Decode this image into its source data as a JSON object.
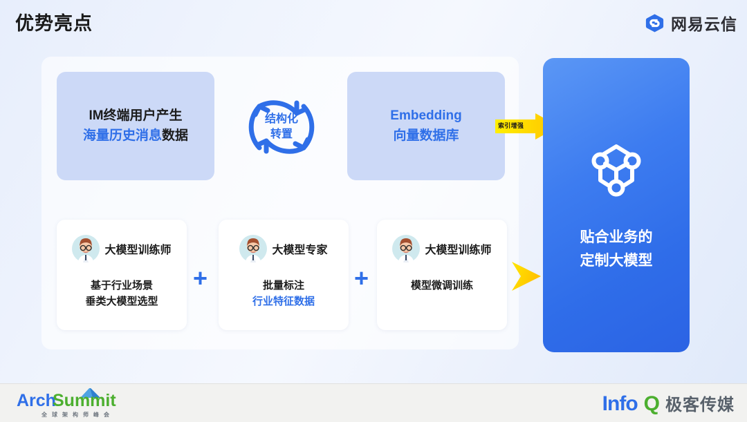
{
  "header": {
    "title": "优势亮点",
    "brand_name": "网易云信",
    "brand_icon": "netease-yunxin-logo-icon"
  },
  "pipeline": {
    "source_card": {
      "line1": "IM终端用户产生",
      "line2_highlight": "海量历史消息",
      "line2_rest": "数据"
    },
    "transform": {
      "icon": "circular-arrows-icon",
      "line1": "结构化",
      "line2": "转置"
    },
    "embedding_card": {
      "line1": "Embedding",
      "line2": "向量数据库"
    },
    "index_arrow": {
      "label": "索引增强",
      "icon": "yellow-arrow-icon"
    }
  },
  "experts": {
    "cards": [
      {
        "avatar": "trainer-avatar-icon",
        "role": "大模型训练师",
        "desc_lines": [
          {
            "text": "基于行业场景",
            "highlight": false
          },
          {
            "text": "垂类大模型选型",
            "highlight": false
          }
        ]
      },
      {
        "avatar": "expert-avatar-icon",
        "role": "大模型专家",
        "desc_lines": [
          {
            "text": "批量标注",
            "highlight": false
          },
          {
            "text": "行业特征数据",
            "highlight": true
          }
        ]
      },
      {
        "avatar": "trainer-avatar-icon",
        "role": "大模型训练师",
        "desc_lines": [
          {
            "text": "模型微调训练",
            "highlight": false
          }
        ]
      }
    ],
    "plus_symbol": "+",
    "result_arrow_icon": "yellow-chevron-arrow-icon"
  },
  "result": {
    "icon": "network-nodes-icon",
    "line1": "贴合业务的",
    "line2": "定制大模型"
  },
  "footer": {
    "arch_logo": {
      "word_arch": "Arch",
      "word_summit": "Summit",
      "subtitle": "全球架构师峰会"
    },
    "infoq_logo": {
      "info": "Info",
      "q": "Q",
      "cn": "极客传媒"
    }
  },
  "colors": {
    "accent_blue": "#2f6fe8",
    "card_blue_bg": "#ccd9f7",
    "result_blue": "#3d7cf0",
    "arrow_yellow": "#ffe600",
    "footer_bg": "#f2f2f0"
  }
}
